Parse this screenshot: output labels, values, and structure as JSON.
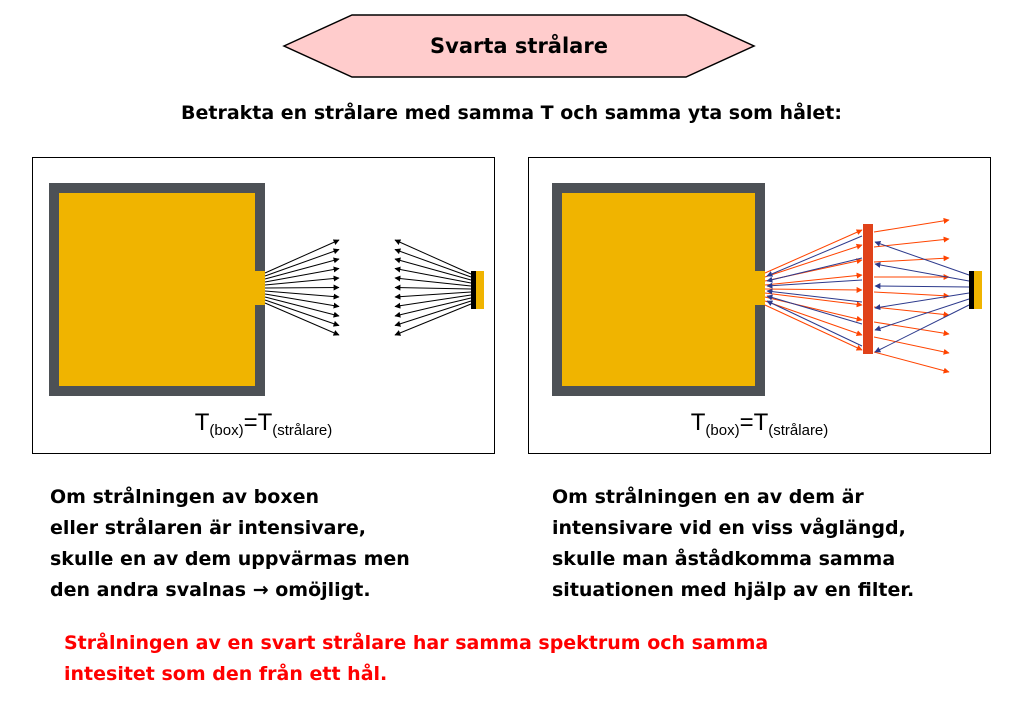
{
  "title": "Svarta strålare",
  "subtitle": "Betrakta en strålare med samma T och samma yta som hålet:",
  "left_panel": {
    "equation": {
      "t1": "T",
      "sub1": "(box)",
      "eq": "=",
      "t2": "T",
      "sub2": "(strålare)"
    }
  },
  "right_panel": {
    "equation": {
      "t1": "T",
      "sub1": "(box)",
      "eq": "=",
      "t2": "T",
      "sub2": "(strålare)"
    }
  },
  "left_text": [
    "Om strålningen av boxen",
    "eller strålaren är intensivare,",
    "skulle en av dem uppvärmas men",
    "den andra svalnas",
    "→",
    "omöjligt."
  ],
  "right_text": [
    "Om strålningen en av dem är",
    "intensivare vid en viss våglängd,",
    "skulle man åstådkomma samma",
    "situationen med hjälp av en filter."
  ],
  "conclusion": [
    "Strålningen av en svart strålare har samma spektrum  och samma",
    "intesitet som den från ett hål."
  ],
  "colors": {
    "title_fill": "#ffcccc",
    "box_wall": "#4d5156",
    "box_interior": "#f0b400",
    "filter": "#e0421a",
    "ray_red": "#ff4400",
    "ray_blue": "#2d3a8c",
    "conclusion_text": "#ff0000"
  }
}
